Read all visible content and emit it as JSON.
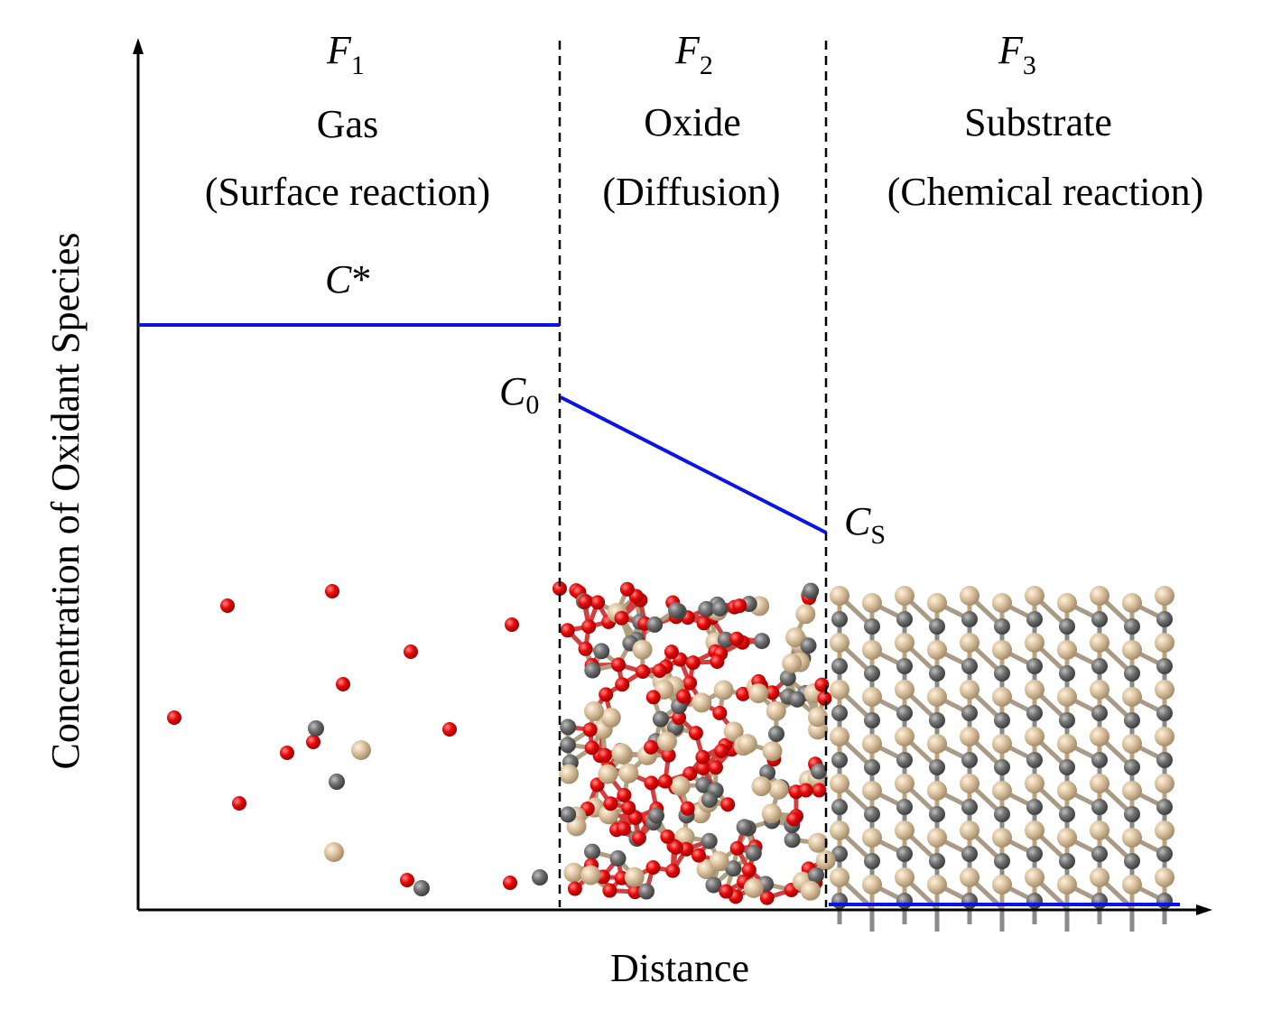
{
  "axes": {
    "y_label": "Concentration of Oxidant Species",
    "x_label": "Distance"
  },
  "regions": [
    {
      "flux": "F",
      "flux_sub": "1",
      "name": "Gas",
      "process": "(Surface reaction)"
    },
    {
      "flux": "F",
      "flux_sub": "2",
      "name": "Oxide",
      "process": "(Diffusion)"
    },
    {
      "flux": "F",
      "flux_sub": "3",
      "name": "Substrate",
      "process": "(Chemical reaction)"
    }
  ],
  "concentrations": {
    "c_star": {
      "main": "C",
      "suffix": "*"
    },
    "c_0": {
      "main": "C",
      "sub": "0"
    },
    "c_s": {
      "main": "C",
      "sub": "S"
    }
  },
  "colors": {
    "profile_line": "#0a14e6",
    "oxygen": "#e80a0a",
    "silicon": "#dcc3a0",
    "carbon": "#6e6e6e"
  }
}
